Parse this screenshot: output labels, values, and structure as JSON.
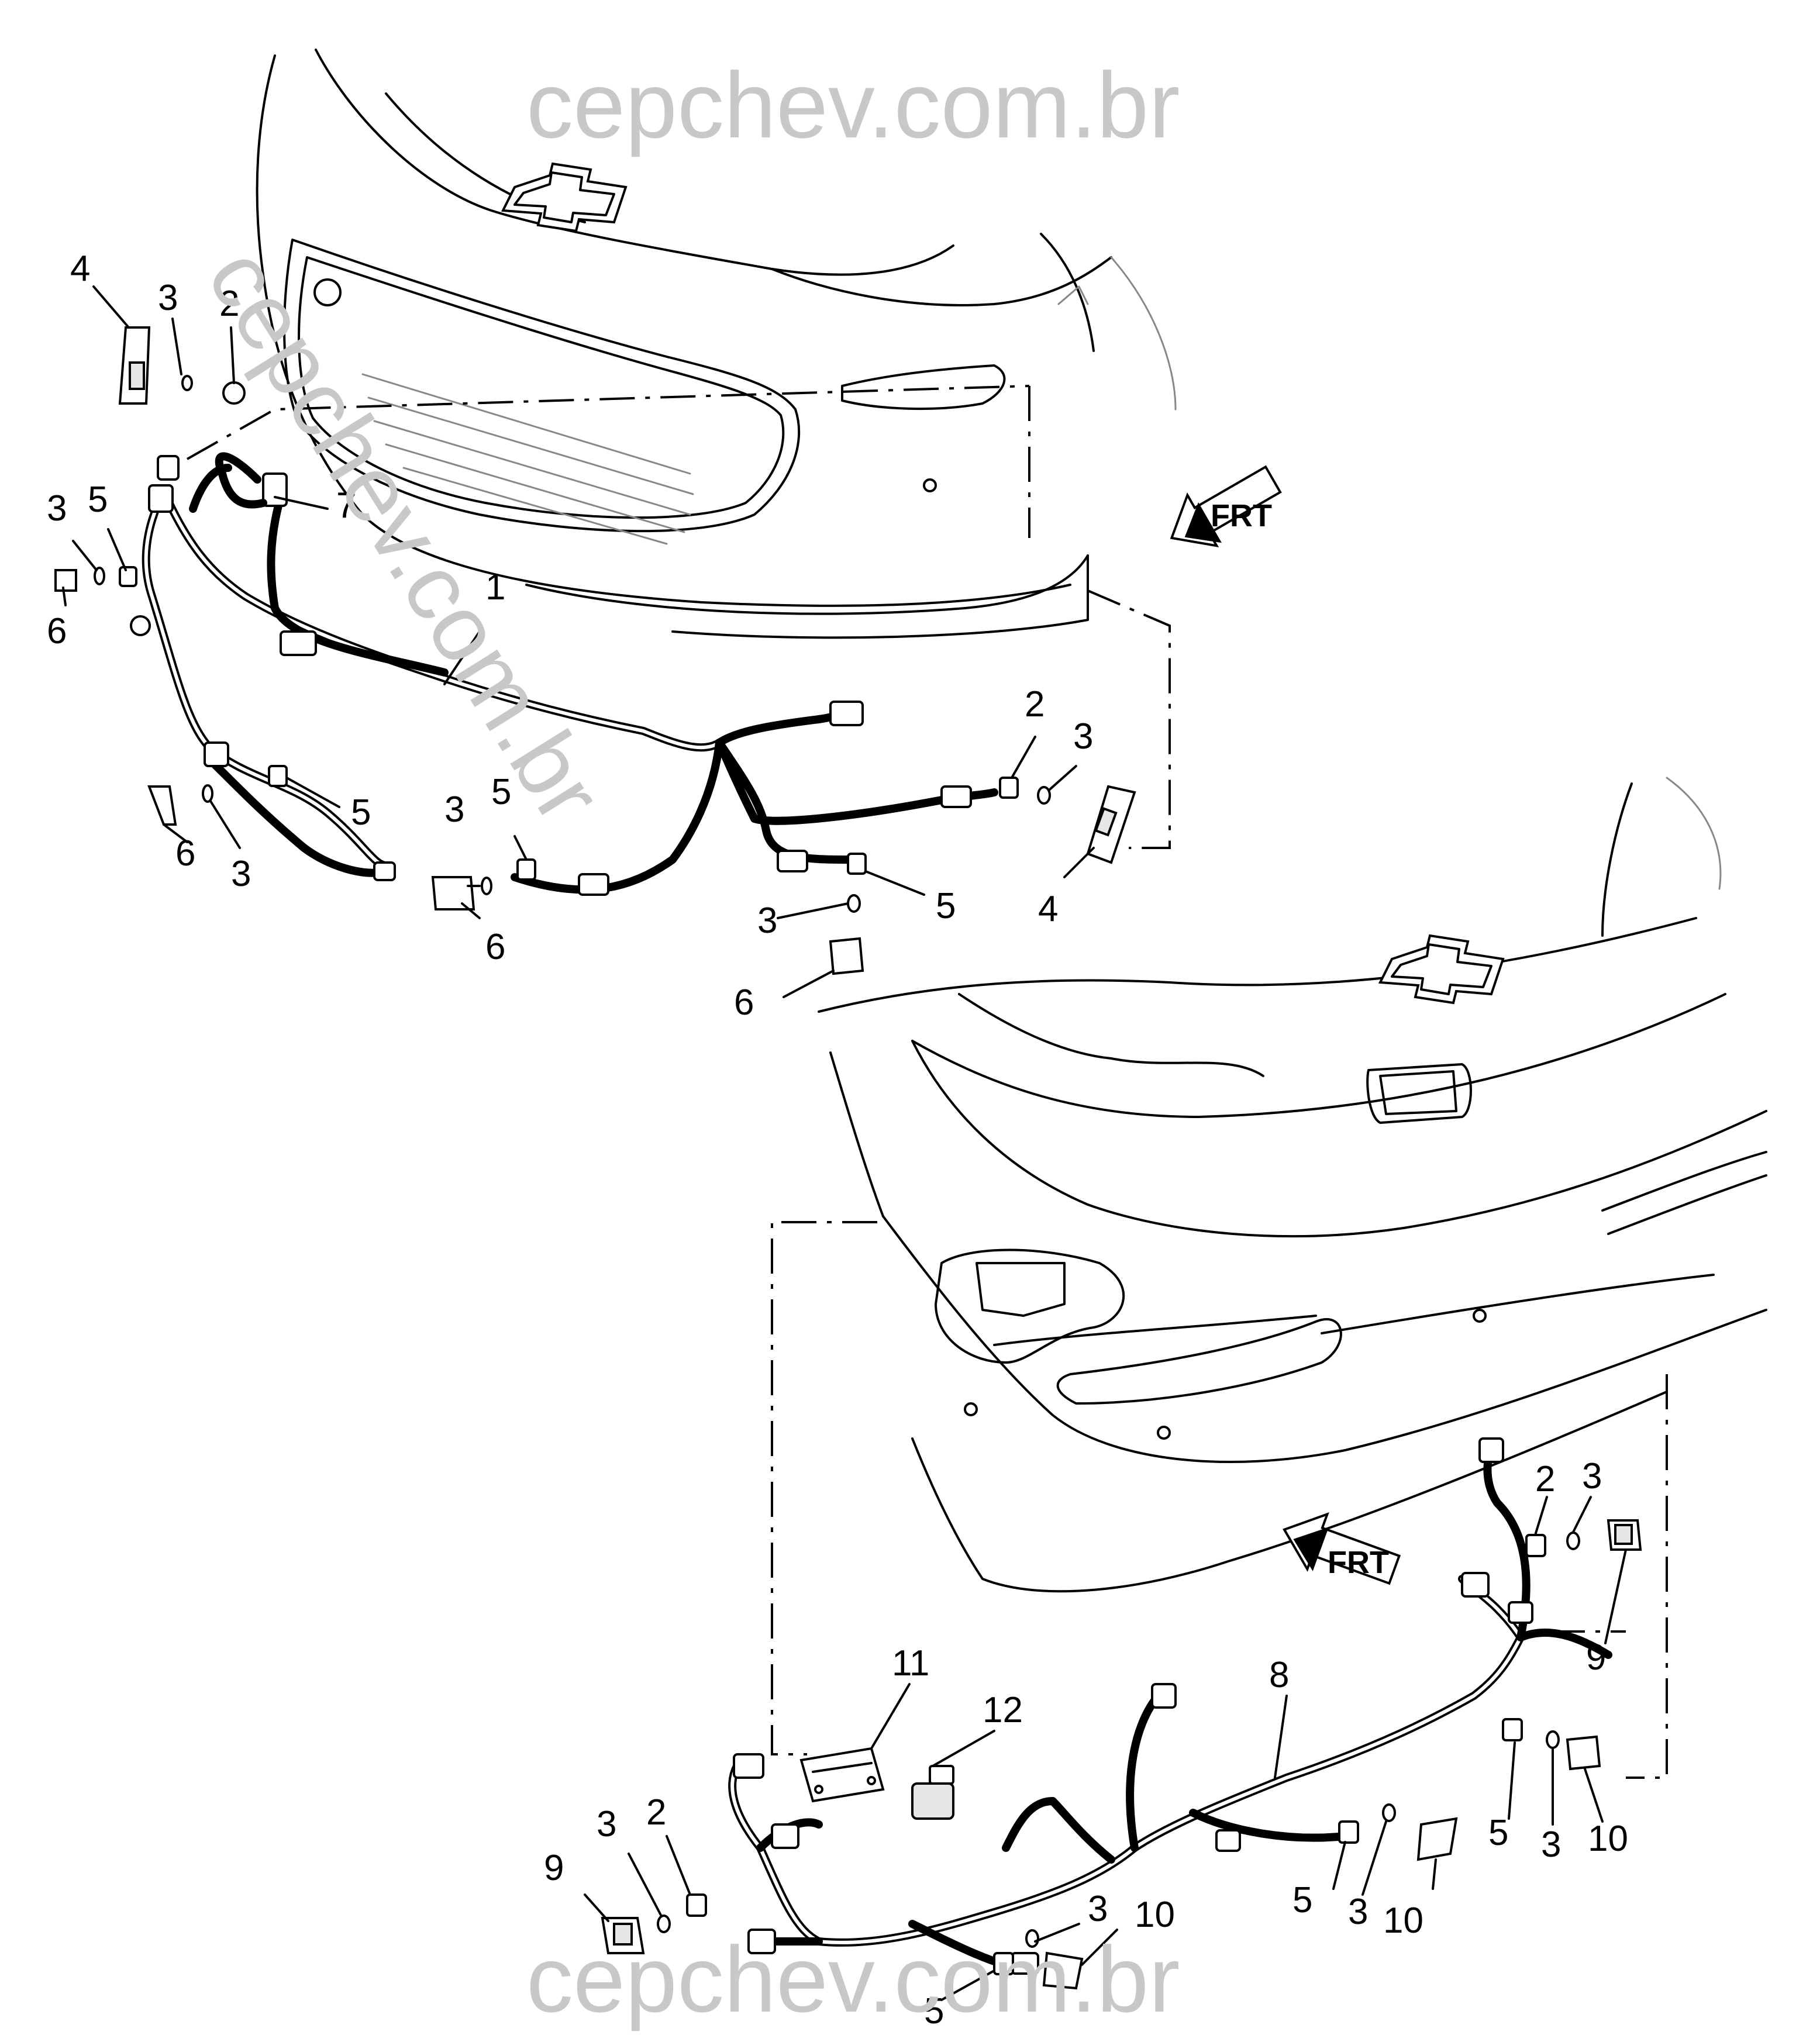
{
  "watermark": {
    "top": "cepchev.com.br",
    "bottom": "cepchev.com.br",
    "diagonal": "cepchev.com.br"
  },
  "orientation": {
    "front_arrow_label_1": "FRT",
    "front_arrow_label_2": "FRT"
  },
  "front_assembly_callouts": {
    "c1": "1",
    "c2a": "2",
    "c2b": "2",
    "c3a": "3",
    "c3b": "3",
    "c3c": "3",
    "c3d": "3",
    "c3e": "3",
    "c3f": "3",
    "c4a": "4",
    "c4b": "4",
    "c5a": "5",
    "c5b": "5",
    "c5c": "5",
    "c5d": "5",
    "c6a": "6",
    "c6b": "6",
    "c6c": "6",
    "c6d": "6",
    "c7": "7"
  },
  "rear_assembly_callouts": {
    "c2a": "2",
    "c2b": "2",
    "c3a": "3",
    "c3b": "3",
    "c3c": "3",
    "c3d": "3",
    "c3e": "3",
    "c5a": "5",
    "c5b": "5",
    "c5c": "5",
    "c8": "8",
    "c9a": "9",
    "c9b": "9",
    "c10a": "10",
    "c10b": "10",
    "c10c": "10",
    "c11": "11",
    "c12": "12"
  },
  "colors": {
    "line": "#000000",
    "watermark": "#c8c8c8",
    "background": "#ffffff"
  },
  "icons": [
    "chevrolet-bowtie-icon",
    "front-direction-arrow-icon"
  ]
}
